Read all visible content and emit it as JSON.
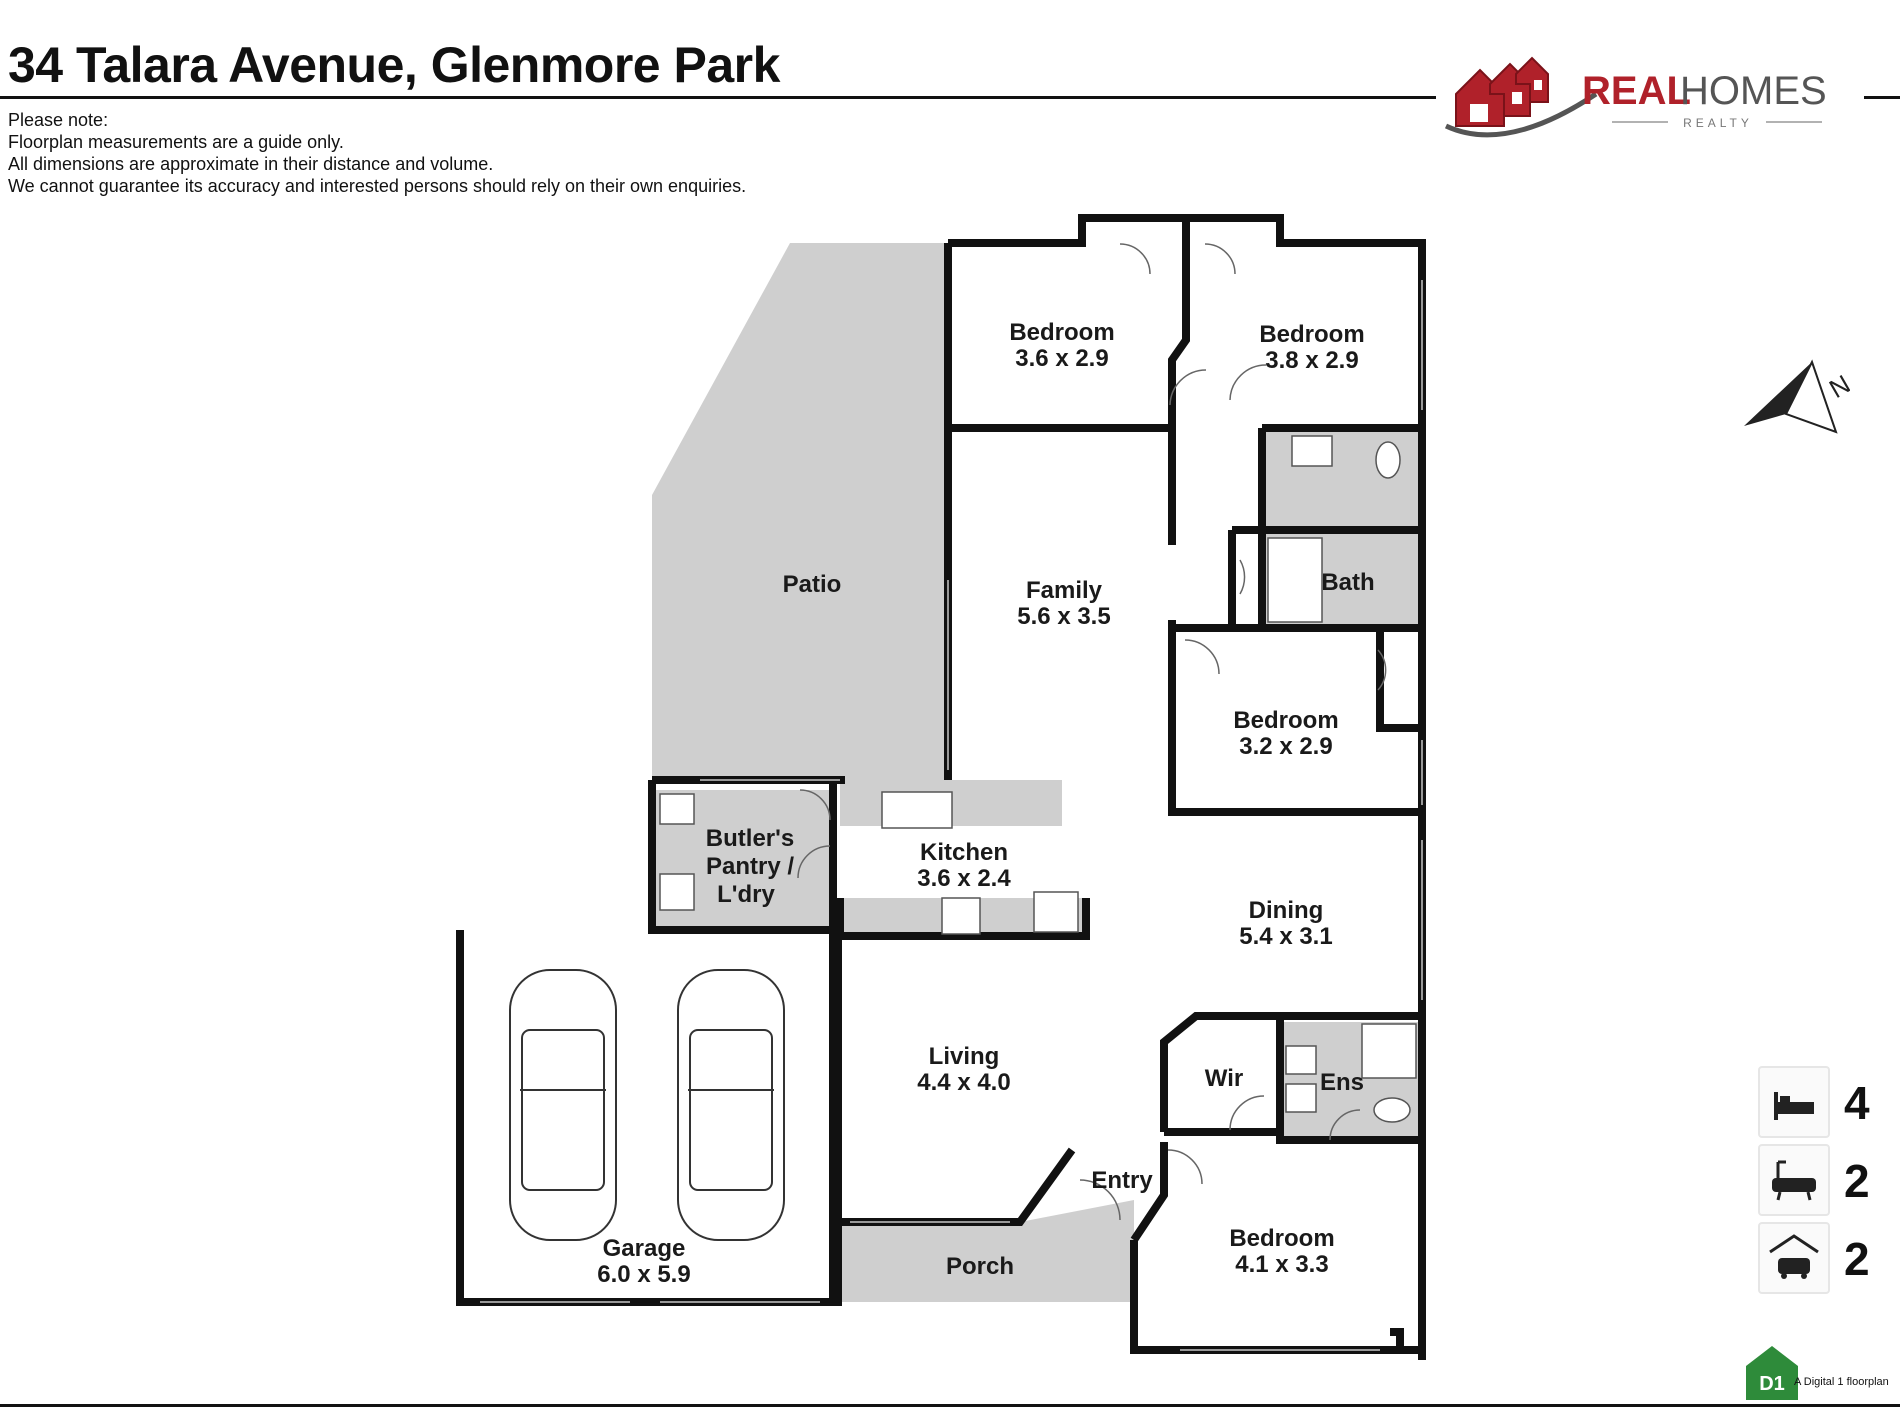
{
  "header": {
    "title": "34 Talara Avenue, Glenmore Park",
    "notes": [
      "Please note:",
      "Floorplan measurements are a guide only.",
      "All dimensions are approximate in their distance and volume.",
      "We cannot guarantee its accuracy and interested persons should rely on their own enquiries."
    ]
  },
  "brand": {
    "name_bold": "REAL",
    "name_light": "HOMES",
    "tagline": "REALTY",
    "color": "#b0212a"
  },
  "rooms": {
    "bed1": {
      "name": "Bedroom",
      "dim": "3.6 x 2.9"
    },
    "bed2": {
      "name": "Bedroom",
      "dim": "3.8 x 2.9"
    },
    "patio": {
      "name": "Patio"
    },
    "family": {
      "name": "Family",
      "dim": "5.6 x 3.5"
    },
    "bath": {
      "name": "Bath"
    },
    "bed3": {
      "name": "Bedroom",
      "dim": "3.2 x 2.9"
    },
    "pantry": {
      "line1": "Butler's",
      "line2": "Pantry /",
      "line3": "L'dry"
    },
    "kitchen": {
      "name": "Kitchen",
      "dim": "3.6 x 2.4"
    },
    "dining": {
      "name": "Dining",
      "dim": "5.4 x 3.1"
    },
    "living": {
      "name": "Living",
      "dim": "4.4 x 4.0"
    },
    "wir": {
      "name": "Wir"
    },
    "ens": {
      "name": "Ens"
    },
    "entry": {
      "name": "Entry"
    },
    "garage": {
      "name": "Garage",
      "dim": "6.0 x 5.9"
    },
    "porch": {
      "name": "Porch"
    },
    "bed4": {
      "name": "Bedroom",
      "dim": "4.1 x 3.3"
    }
  },
  "stats": {
    "bedrooms": "4",
    "bathrooms": "2",
    "car_spaces": "2"
  },
  "compass": {
    "label": "N"
  },
  "footer": {
    "badge": "D1",
    "credit": "A Digital 1 floorplan",
    "badge_color": "#2e8b3a"
  }
}
